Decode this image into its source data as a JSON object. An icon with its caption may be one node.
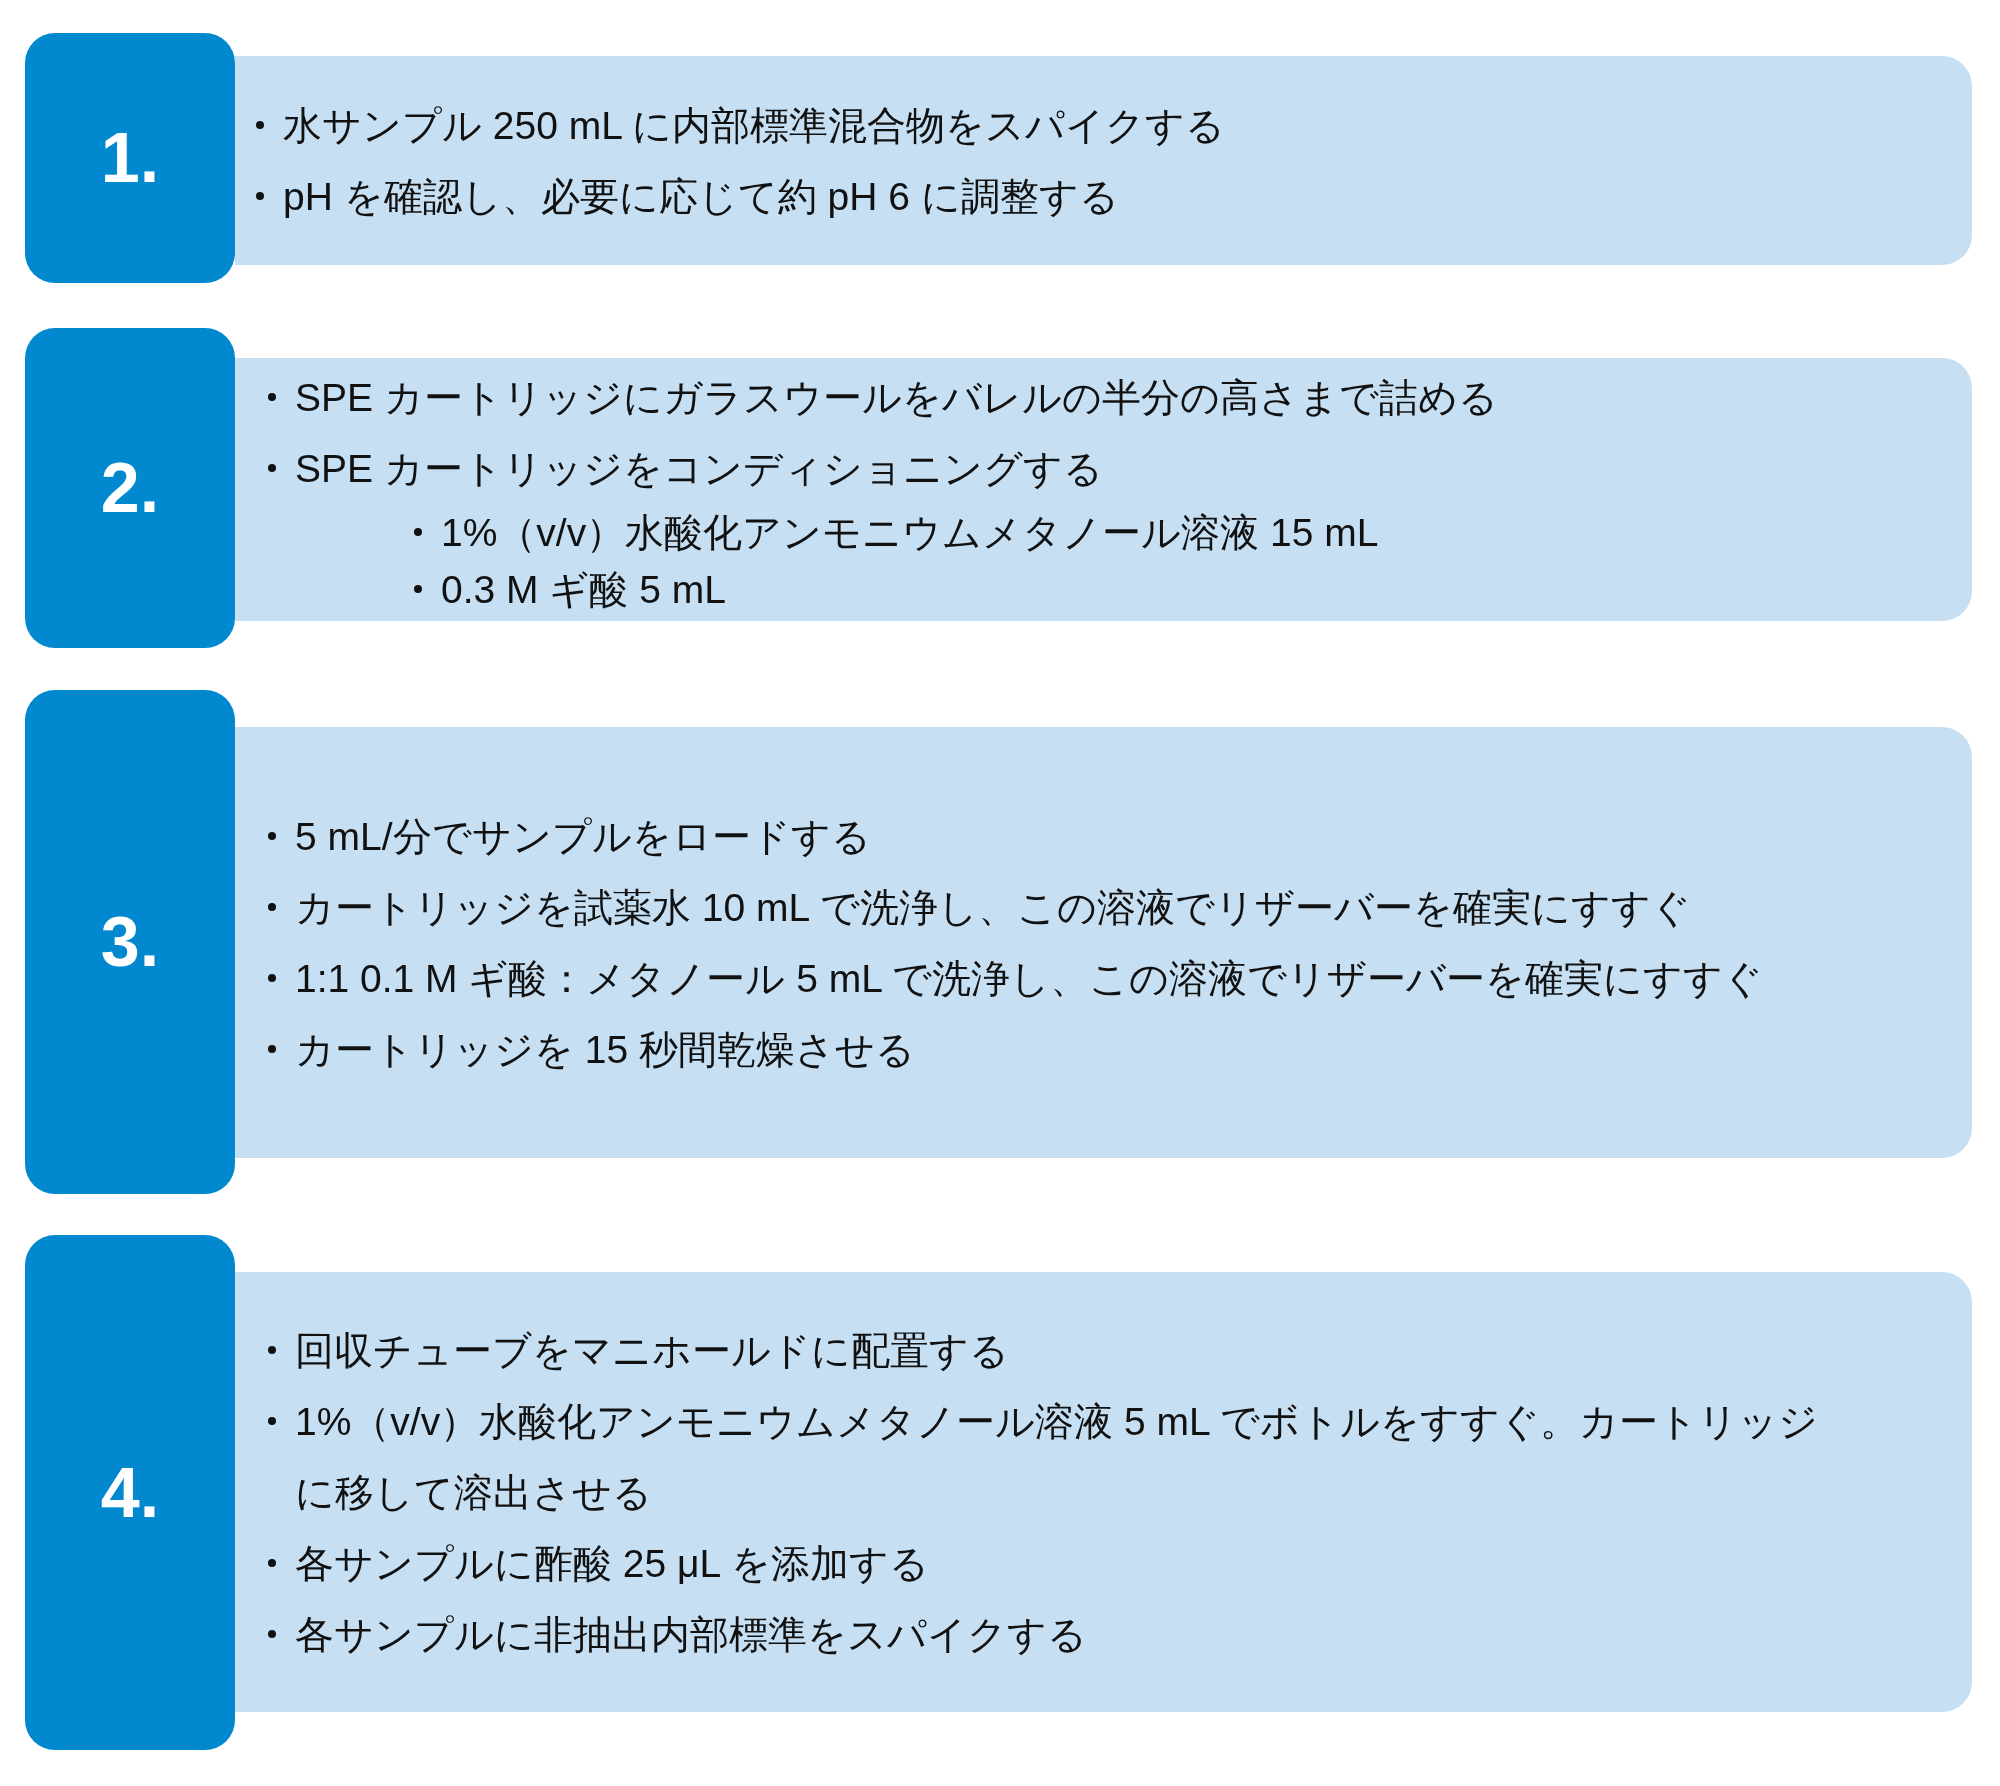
{
  "diagram": {
    "nodes": [
      {
        "text": [
          "1."
        ]
      },
      {
        "text": [
          "水サンプル 250 mL に内部標準混合物をスパイクする",
          "pH を確認し、必要に応じて約 pH 6 に調整する"
        ]
      },
      {
        "text": [
          "2."
        ]
      },
      {
        "text": [
          "SPE カートリッジにガラスウールをバレルの半分の高さまで詰める",
          "SPE カートリッジをコンディショニングする",
          "1%（v/v）水酸化アンモニウムメタノール溶液 15 mL",
          "0.3 M ギ酸 5 mL"
        ]
      },
      {
        "text": [
          "3."
        ]
      },
      {
        "text": [
          "5 mL/分でサンプルをロードする",
          "カートリッジを試薬水 10 mL で洗浄し、この溶液でリザーバーを確実にすすぐ",
          "1:1 0.1 M ギ酸：メタノール 5 mL で洗浄し、この溶液でリザーバーを確実にすすぐ",
          "カートリッジを 15 秒間乾燥させる"
        ]
      },
      {
        "text": [
          "4."
        ]
      },
      {
        "text": [
          "回収チューブをマニホールドに配置する",
          "1%（v/v）水酸化アンモニウムメタノール溶液 5 mL でボトルをすすぐ。カートリッジに移して溶出させる",
          "各サンプルに酢酸 25 μL を添加する",
          "各サンプルに非抽出内部標準をスパイクする"
        ]
      }
    ]
  }
}
